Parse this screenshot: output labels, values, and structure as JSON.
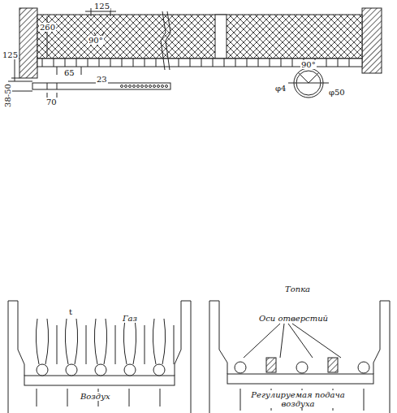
{
  "diagram": {
    "labels": [
      "260",
      "125",
      "90°",
      "65",
      "23",
      "125",
      "38-50",
      "70",
      "φ4",
      "90°",
      "φ50",
      "t",
      "Газ",
      "Воздух",
      "Топка",
      "Оси отверстий",
      "Регулируемая подача воздуха"
    ]
  }
}
